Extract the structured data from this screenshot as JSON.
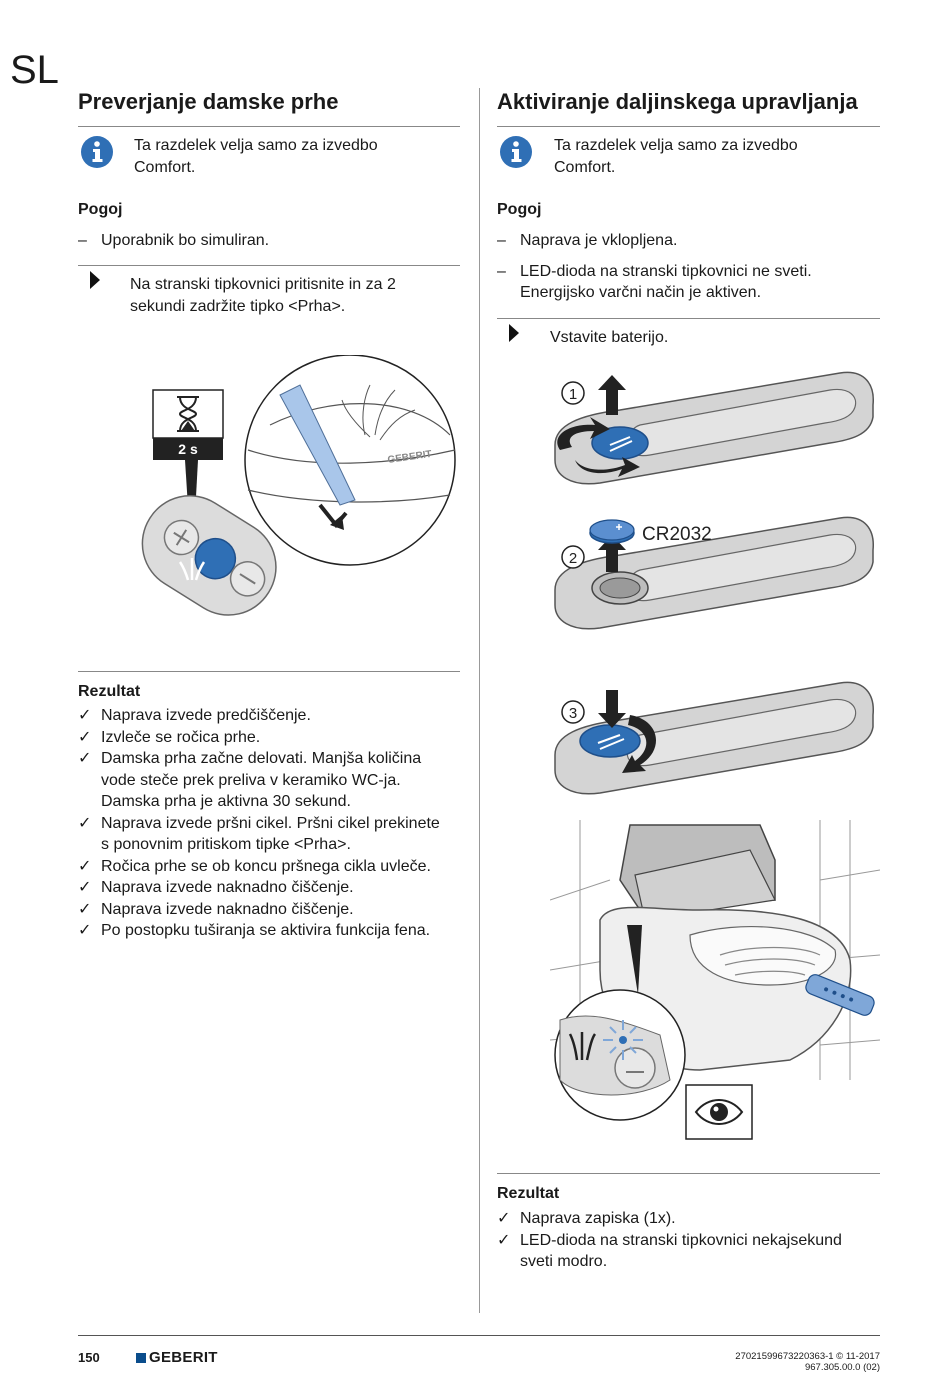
{
  "page": {
    "language": "SL",
    "page_number": "150",
    "brand": "GEBERIT",
    "doc_id_line1": "27021599673220363-1 © 11-2017",
    "doc_id_line2": "967.305.00.0 (02)"
  },
  "left": {
    "title": "Preverjanje damske prhe",
    "info_text_1": "Ta razdelek velja samo za izvedbo",
    "info_text_2": "Comfort.",
    "condition_heading": "Pogoj",
    "conditions": [
      "Uporabnik bo simuliran."
    ],
    "step_line_1": "Na stranski tipkovnici pritisnite in za 2",
    "step_line_2": "sekundi zadržite tipko <Prha>.",
    "figure_label": "2 s",
    "result_heading": "Rezultat",
    "results": [
      [
        "Naprava izvede predčiščenje."
      ],
      [
        "Izvleče se ročica prhe."
      ],
      [
        "Damska prha začne delovati. Manjša količina",
        "vode steče prek preliva v keramiko WC-ja.",
        "Damska prha je aktivna 30 sekund."
      ],
      [
        "Naprava izvede pršni cikel. Pršni cikel prekinete",
        "s ponovnim pritiskom tipke <Prha>."
      ],
      [
        "Ročica prhe se ob koncu pršnega cikla uvleče."
      ],
      [
        "Naprava izvede naknadno čiščenje."
      ],
      [
        "Naprava izvede naknadno čiščenje."
      ],
      [
        "Po postopku tuširanja se aktivira funkcija fena."
      ]
    ]
  },
  "right": {
    "title": "Aktiviranje daljinskega upravljanja",
    "info_text_1": "Ta razdelek velja samo za izvedbo",
    "info_text_2": "Comfort.",
    "condition_heading": "Pogoj",
    "conditions": [
      [
        "Naprava je vklopljena."
      ],
      [
        "LED-dioda na stranski tipkovnici ne sveti.",
        "Energijsko varčni način je aktiven."
      ]
    ],
    "step_text": "Vstavite baterijo.",
    "step_numbers": [
      "1",
      "2",
      "3"
    ],
    "battery_label": "CR2032",
    "result_heading": "Rezultat",
    "results": [
      [
        "Naprava zapiska (1x)."
      ],
      [
        "LED-dioda na stranski tipkovnici nekajsekund",
        "sveti modro."
      ]
    ]
  },
  "colors": {
    "accent_blue": "#2f6fb5",
    "light_blue": "#7fa7d8",
    "panel_gray": "#d9d9d9"
  },
  "symbols": {
    "dash": "–",
    "check": "✓"
  }
}
